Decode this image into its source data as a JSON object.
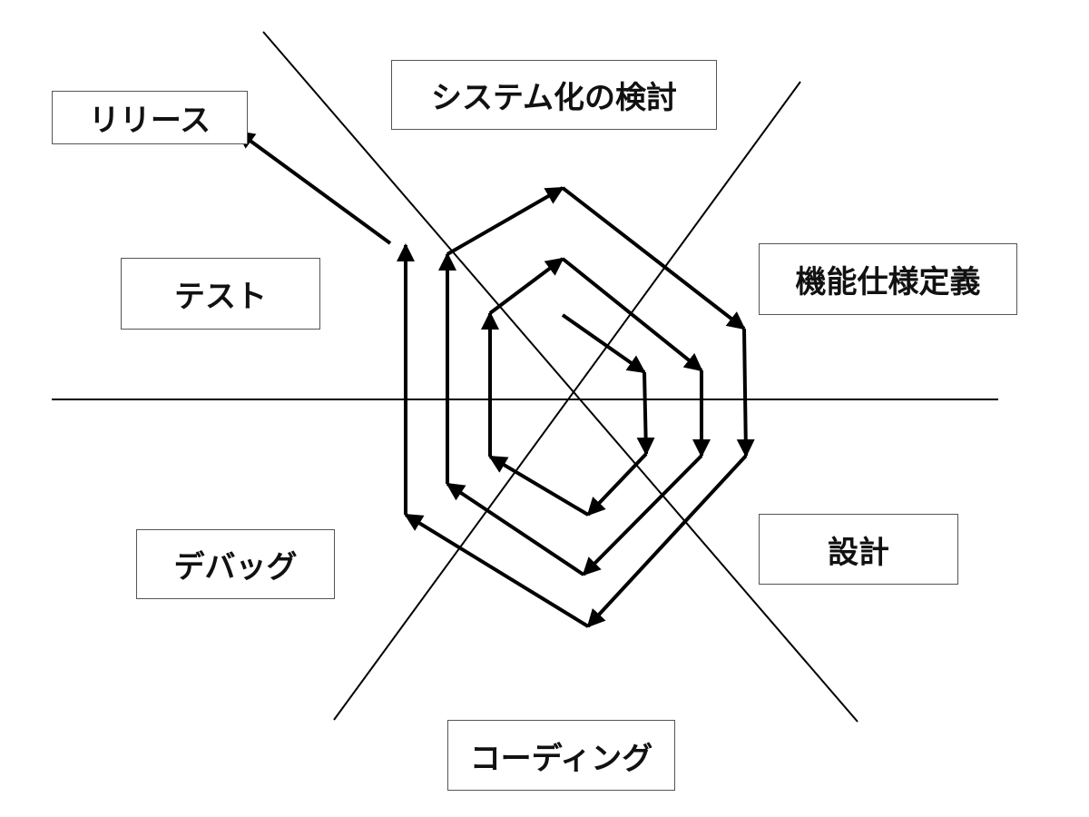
{
  "phases": {
    "release": "リリース",
    "system_study": "システム化の検討",
    "functional_spec": "機能仕様定義",
    "test": "テスト",
    "design": "設計",
    "debug": "デバッグ",
    "coding": "コーディング"
  },
  "colors": {
    "line": "#000000",
    "box_border": "#555555"
  }
}
